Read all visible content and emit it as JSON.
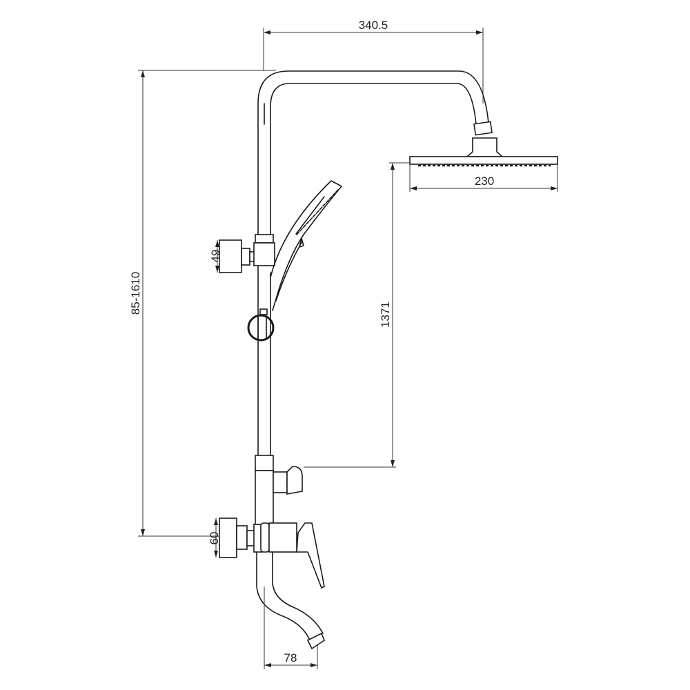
{
  "drawing": {
    "dimensions": {
      "arm_reach": "340.5",
      "head_width": "230",
      "head_height": "1371",
      "height_range": "85-1610",
      "upper_bracket": "49",
      "wall_mount": "60",
      "spout_projection": "78"
    },
    "line_color": "#1a1a1a",
    "background": "#ffffff"
  }
}
